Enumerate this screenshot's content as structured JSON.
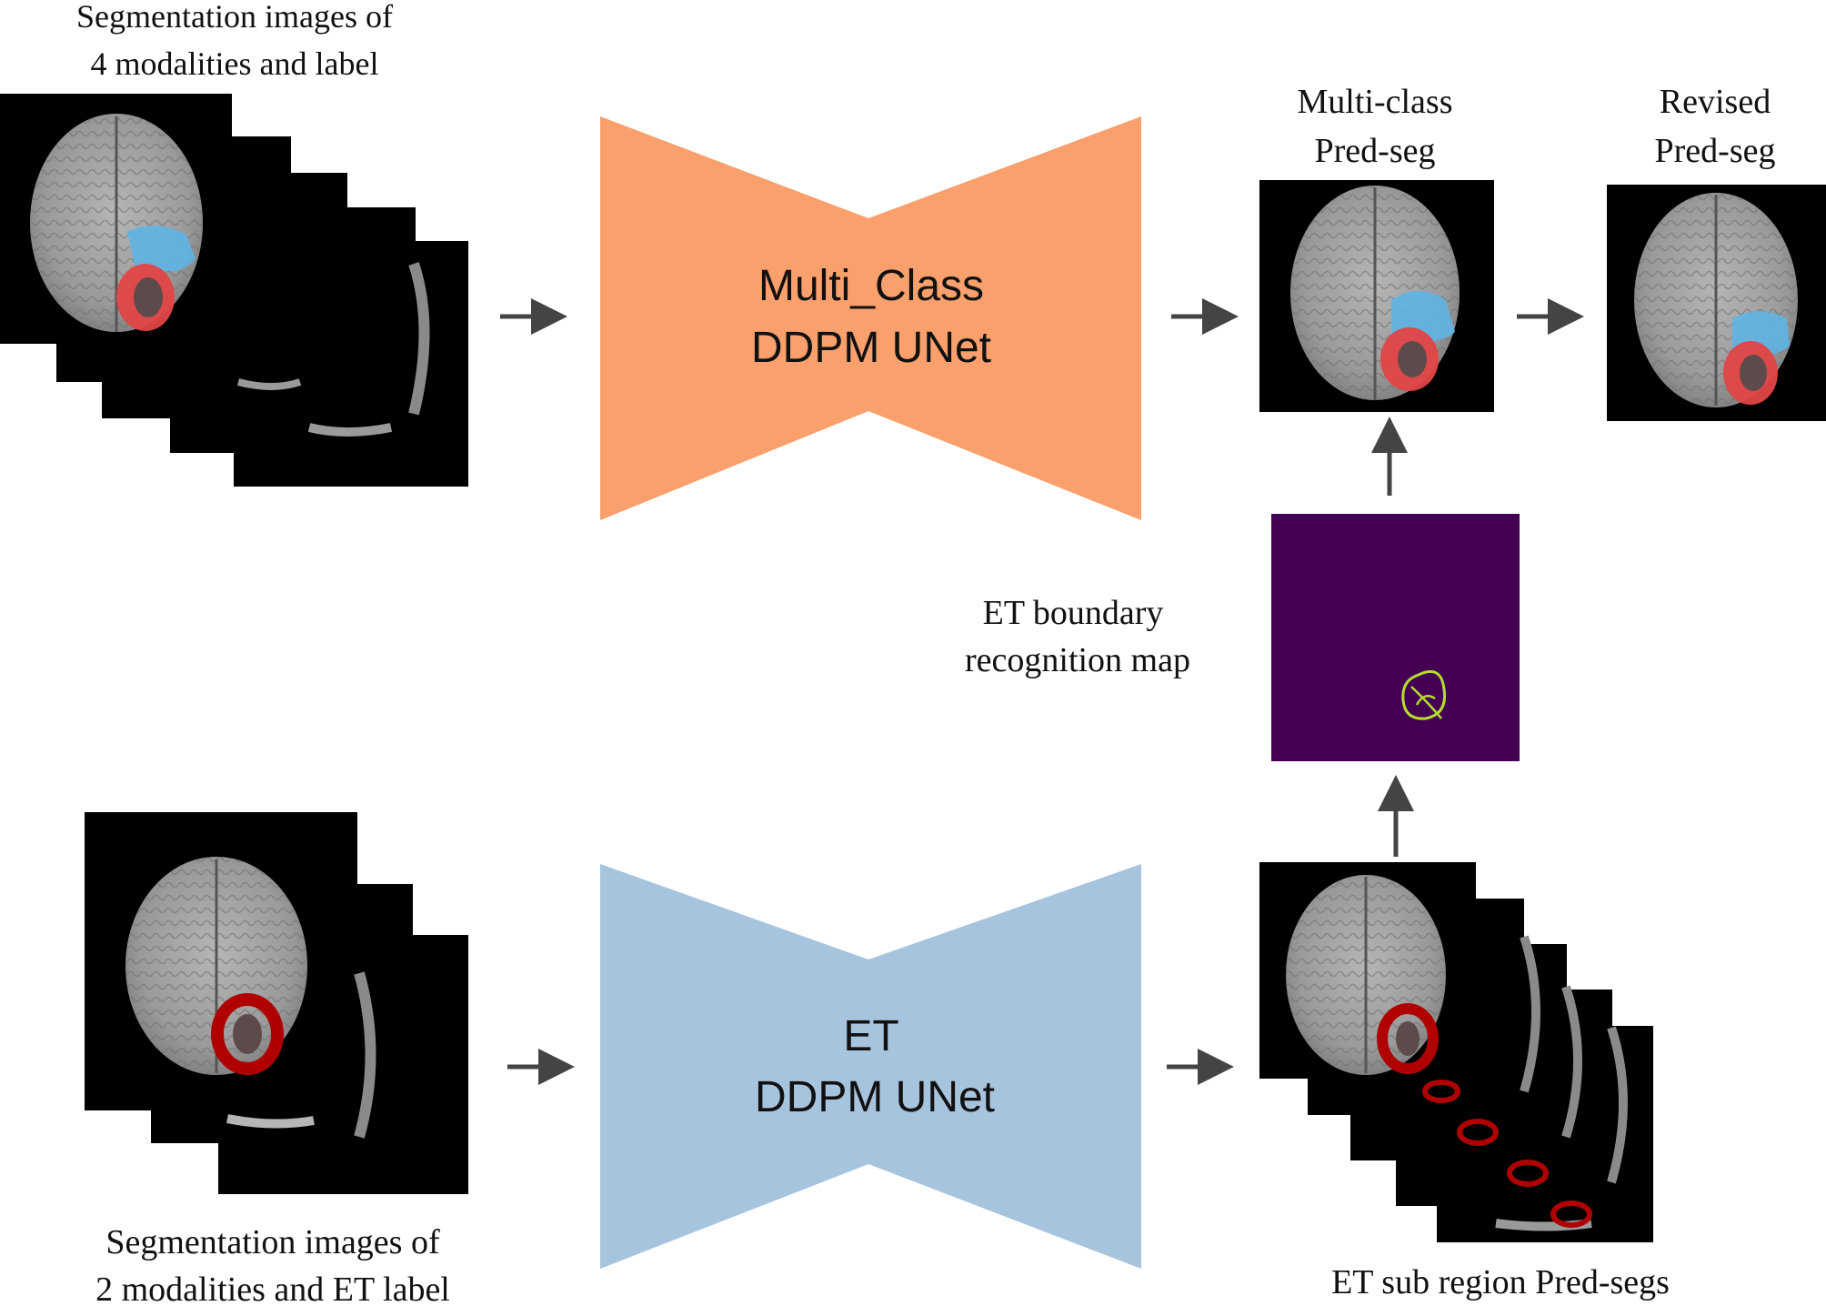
{
  "labels": {
    "top_input_line1": "Segmentation images of",
    "top_input_line2": "4 modalities and label",
    "bottom_input_line1": "Segmentation images of",
    "bottom_input_line2": "2 modalities and ET label",
    "multiclass_pred_line1": "Multi-class",
    "multiclass_pred_line2": "Pred-seg",
    "revised_line1": "Revised",
    "revised_line2": "Pred-seg",
    "boundary_line1": "ET boundary",
    "boundary_line2": "recognition map",
    "et_sub_region": "ET sub region Pred-segs"
  },
  "models": {
    "multi_class_line1": "Multi_Class",
    "multi_class_line2": "DDPM UNet",
    "et_line1": "ET",
    "et_line2": "DDPM UNet"
  },
  "colors": {
    "multi_class_model": "#F9A06C",
    "et_model": "#A7C4DE",
    "boundary_map_bg": "#440154",
    "boundary_outline": "#B5DE2B",
    "edema": "#5FB4E6",
    "tumor_core": "#E24444",
    "enhancing_tumor": "#B00000",
    "arrow": "#444444"
  },
  "icons": {
    "brain_scan": "mri-slice-icon",
    "arrow": "arrow-right-icon"
  }
}
